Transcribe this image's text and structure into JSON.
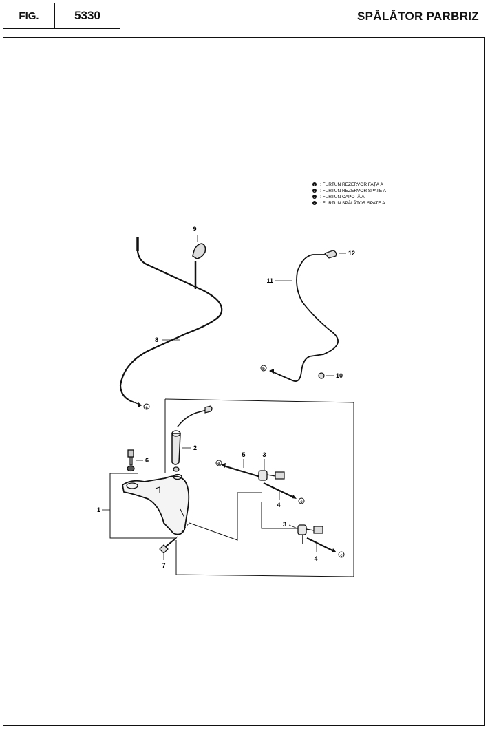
{
  "header": {
    "fig_label": "FIG.",
    "fig_number": "5330",
    "title": "SPĂLĂTOR PARBRIZ"
  },
  "legend": [
    {
      "key": "a",
      "text": ": FURTUN REZERVOR FAȚĂ A"
    },
    {
      "key": "b",
      "text": ": FURTUN REZERVOR SPATE A"
    },
    {
      "key": "c",
      "text": ": FURTUN CAPOTĂ A"
    },
    {
      "key": "d",
      "text": ": FURTUN SPĂLĂTOR SPATE A"
    }
  ],
  "callouts": {
    "p1": "1",
    "p2": "2",
    "p3a": "3",
    "p3b": "3",
    "p4a": "4",
    "p4b": "4",
    "p5": "5",
    "p6": "6",
    "p7": "7",
    "p8": "8",
    "p9": "9",
    "p10": "10",
    "p11": "11",
    "p12": "12"
  },
  "markers": {
    "a": "a",
    "b": "b",
    "c1": "c",
    "c2": "c",
    "d": "d"
  }
}
